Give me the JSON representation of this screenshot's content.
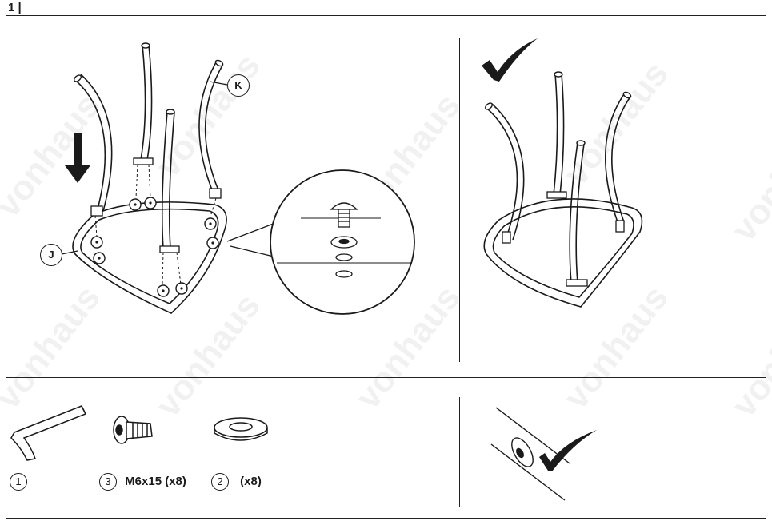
{
  "step": {
    "number": "1 |"
  },
  "watermark": "vonhaus",
  "callouts": {
    "legs": "K",
    "seat": "J"
  },
  "parts": [
    {
      "num": "1",
      "label": ""
    },
    {
      "num": "3",
      "label": "M6x15 (x8)"
    },
    {
      "num": "2",
      "label": "(x8)"
    }
  ],
  "icons": {
    "arrow": "down-arrow-icon",
    "check": "checkmark-icon",
    "allen_key": "allen-key-icon",
    "bolt": "bolt-icon",
    "washer": "washer-icon"
  }
}
